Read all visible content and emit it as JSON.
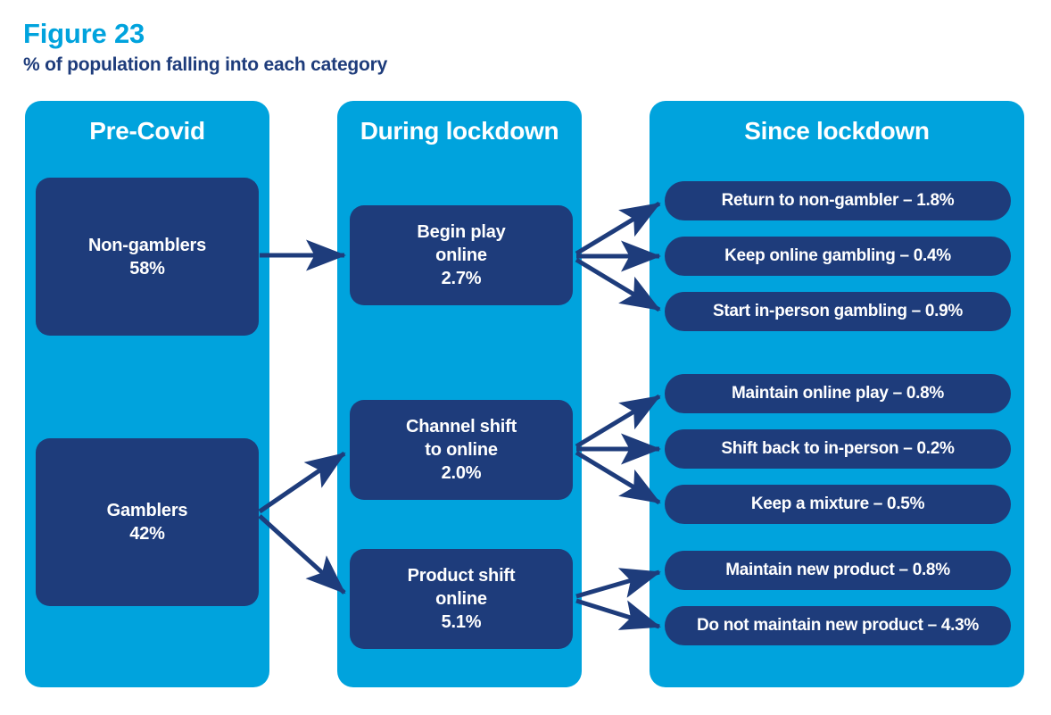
{
  "figure": {
    "title": "Figure 23",
    "subtitle": "% of population falling into each category",
    "title_color": "#00A3DD",
    "subtitle_color": "#1E3C7B",
    "panel_color": "#00A3DD",
    "node_color": "#1E3C7B",
    "arrow_color": "#1E3C7B"
  },
  "columns": [
    {
      "title": "Pre-Covid"
    },
    {
      "title": "During lockdown"
    },
    {
      "title": "Since lockdown"
    }
  ],
  "stage1": [
    {
      "label": "Non-gamblers",
      "value": "58%"
    },
    {
      "label": "Gamblers",
      "value": "42%"
    }
  ],
  "stage2": [
    {
      "line1": "Begin play",
      "line2": "online",
      "value": "2.7%"
    },
    {
      "line1": "Channel shift",
      "line2": "to online",
      "value": "2.0%"
    },
    {
      "line1": "Product shift",
      "line2": "online",
      "value": "5.1%"
    }
  ],
  "stage3": [
    {
      "label": "Return to non-gambler – 1.8%"
    },
    {
      "label": "Keep online gambling – 0.4%"
    },
    {
      "label": "Start in-person gambling – 0.9%"
    },
    {
      "label": "Maintain online play – 0.8%"
    },
    {
      "label": "Shift back to in-person – 0.2%"
    },
    {
      "label": "Keep a mixture – 0.5%"
    },
    {
      "label": "Maintain new product – 0.8%"
    },
    {
      "label": "Do not maintain new product – 4.3%"
    }
  ],
  "chart_data": {
    "type": "diagram",
    "title": "Figure 23",
    "subtitle": "% of population falling into each category",
    "stages": [
      "Pre-Covid",
      "During lockdown",
      "Since lockdown"
    ],
    "nodes": [
      {
        "stage": "Pre-Covid",
        "name": "Non-gamblers",
        "value": 58,
        "unit": "%"
      },
      {
        "stage": "Pre-Covid",
        "name": "Gamblers",
        "value": 42,
        "unit": "%"
      },
      {
        "stage": "During lockdown",
        "name": "Begin play online",
        "value": 2.7,
        "unit": "%"
      },
      {
        "stage": "During lockdown",
        "name": "Channel shift to online",
        "value": 2.0,
        "unit": "%"
      },
      {
        "stage": "During lockdown",
        "name": "Product shift online",
        "value": 5.1,
        "unit": "%"
      },
      {
        "stage": "Since lockdown",
        "name": "Return to non-gambler",
        "value": 1.8,
        "unit": "%"
      },
      {
        "stage": "Since lockdown",
        "name": "Keep online gambling",
        "value": 0.4,
        "unit": "%"
      },
      {
        "stage": "Since lockdown",
        "name": "Start in-person gambling",
        "value": 0.9,
        "unit": "%"
      },
      {
        "stage": "Since lockdown",
        "name": "Maintain online play",
        "value": 0.8,
        "unit": "%"
      },
      {
        "stage": "Since lockdown",
        "name": "Shift back to in-person",
        "value": 0.2,
        "unit": "%"
      },
      {
        "stage": "Since lockdown",
        "name": "Keep a mixture",
        "value": 0.5,
        "unit": "%"
      },
      {
        "stage": "Since lockdown",
        "name": "Maintain new product",
        "value": 0.8,
        "unit": "%"
      },
      {
        "stage": "Since lockdown",
        "name": "Do not maintain new product",
        "value": 4.3,
        "unit": "%"
      }
    ],
    "links": [
      {
        "source": "Non-gamblers",
        "target": "Begin play online"
      },
      {
        "source": "Gamblers",
        "target": "Channel shift to online"
      },
      {
        "source": "Gamblers",
        "target": "Product shift online"
      },
      {
        "source": "Begin play online",
        "target": "Return to non-gambler"
      },
      {
        "source": "Begin play online",
        "target": "Keep online gambling"
      },
      {
        "source": "Begin play online",
        "target": "Start in-person gambling"
      },
      {
        "source": "Channel shift to online",
        "target": "Maintain online play"
      },
      {
        "source": "Channel shift to online",
        "target": "Shift back to in-person"
      },
      {
        "source": "Channel shift to online",
        "target": "Keep a mixture"
      },
      {
        "source": "Product shift online",
        "target": "Maintain new product"
      },
      {
        "source": "Product shift online",
        "target": "Do not maintain new product"
      }
    ]
  }
}
